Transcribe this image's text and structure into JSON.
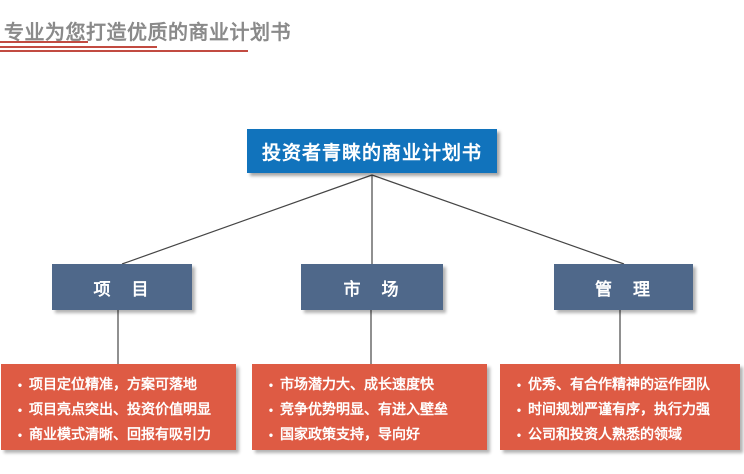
{
  "header": {
    "title": "专业为您打造优质的商业计划书"
  },
  "ui": {
    "bullet_glyph": "•"
  },
  "colors": {
    "title_text": "#8a8a8a",
    "title_underline": "#c24b41",
    "root_box_bg": "#1173bc",
    "branch_box_bg": "#4f688a",
    "leaf_box_bg": "#de5b44",
    "connector_line": "#454545",
    "box_text": "#ffffff"
  },
  "diagram": {
    "root": {
      "label": "投资者青睐的商业计划书"
    },
    "branches": [
      {
        "label": "项　目",
        "bullets": [
          "项目定位精准，方案可落地",
          "项目亮点突出、投资价值明显",
          "商业模式清晰、回报有吸引力"
        ]
      },
      {
        "label": "市　场",
        "bullets": [
          "市场潜力大、成长速度快",
          "竞争优势明显、有进入壁垒",
          "国家政策支持，导向好"
        ]
      },
      {
        "label": "管　理",
        "bullets": [
          "优秀、有合作精神的运作团队",
          "时间规划严谨有序，执行力强",
          "公司和投资人熟悉的领域"
        ]
      }
    ]
  }
}
